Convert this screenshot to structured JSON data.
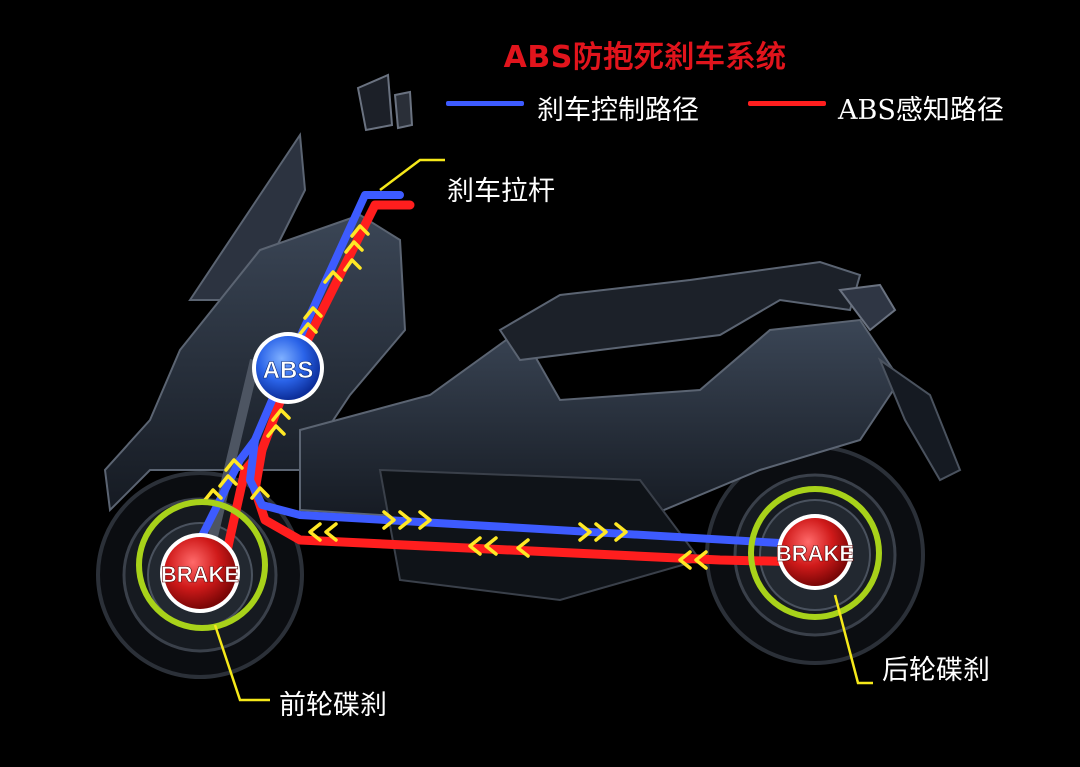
{
  "title": "ABS防抱死刹车系统",
  "legend": {
    "brake_control": {
      "label": "刹车控制路径",
      "color": "#3d5bff"
    },
    "abs_sensing": {
      "label": "ABS感知路径",
      "color": "#ff1e1e"
    }
  },
  "callouts": {
    "brake_lever": "刹车拉杆",
    "front_disc": "前轮碟刹",
    "rear_disc": "后轮碟刹"
  },
  "badges": {
    "abs": "ABS",
    "front_brake": "BRAKE",
    "rear_brake": "BRAKE"
  },
  "colors": {
    "callout_line": "#f5e81a",
    "ring": "#a8d21a",
    "arrow": "#ffe825",
    "title": "#e1141c"
  }
}
